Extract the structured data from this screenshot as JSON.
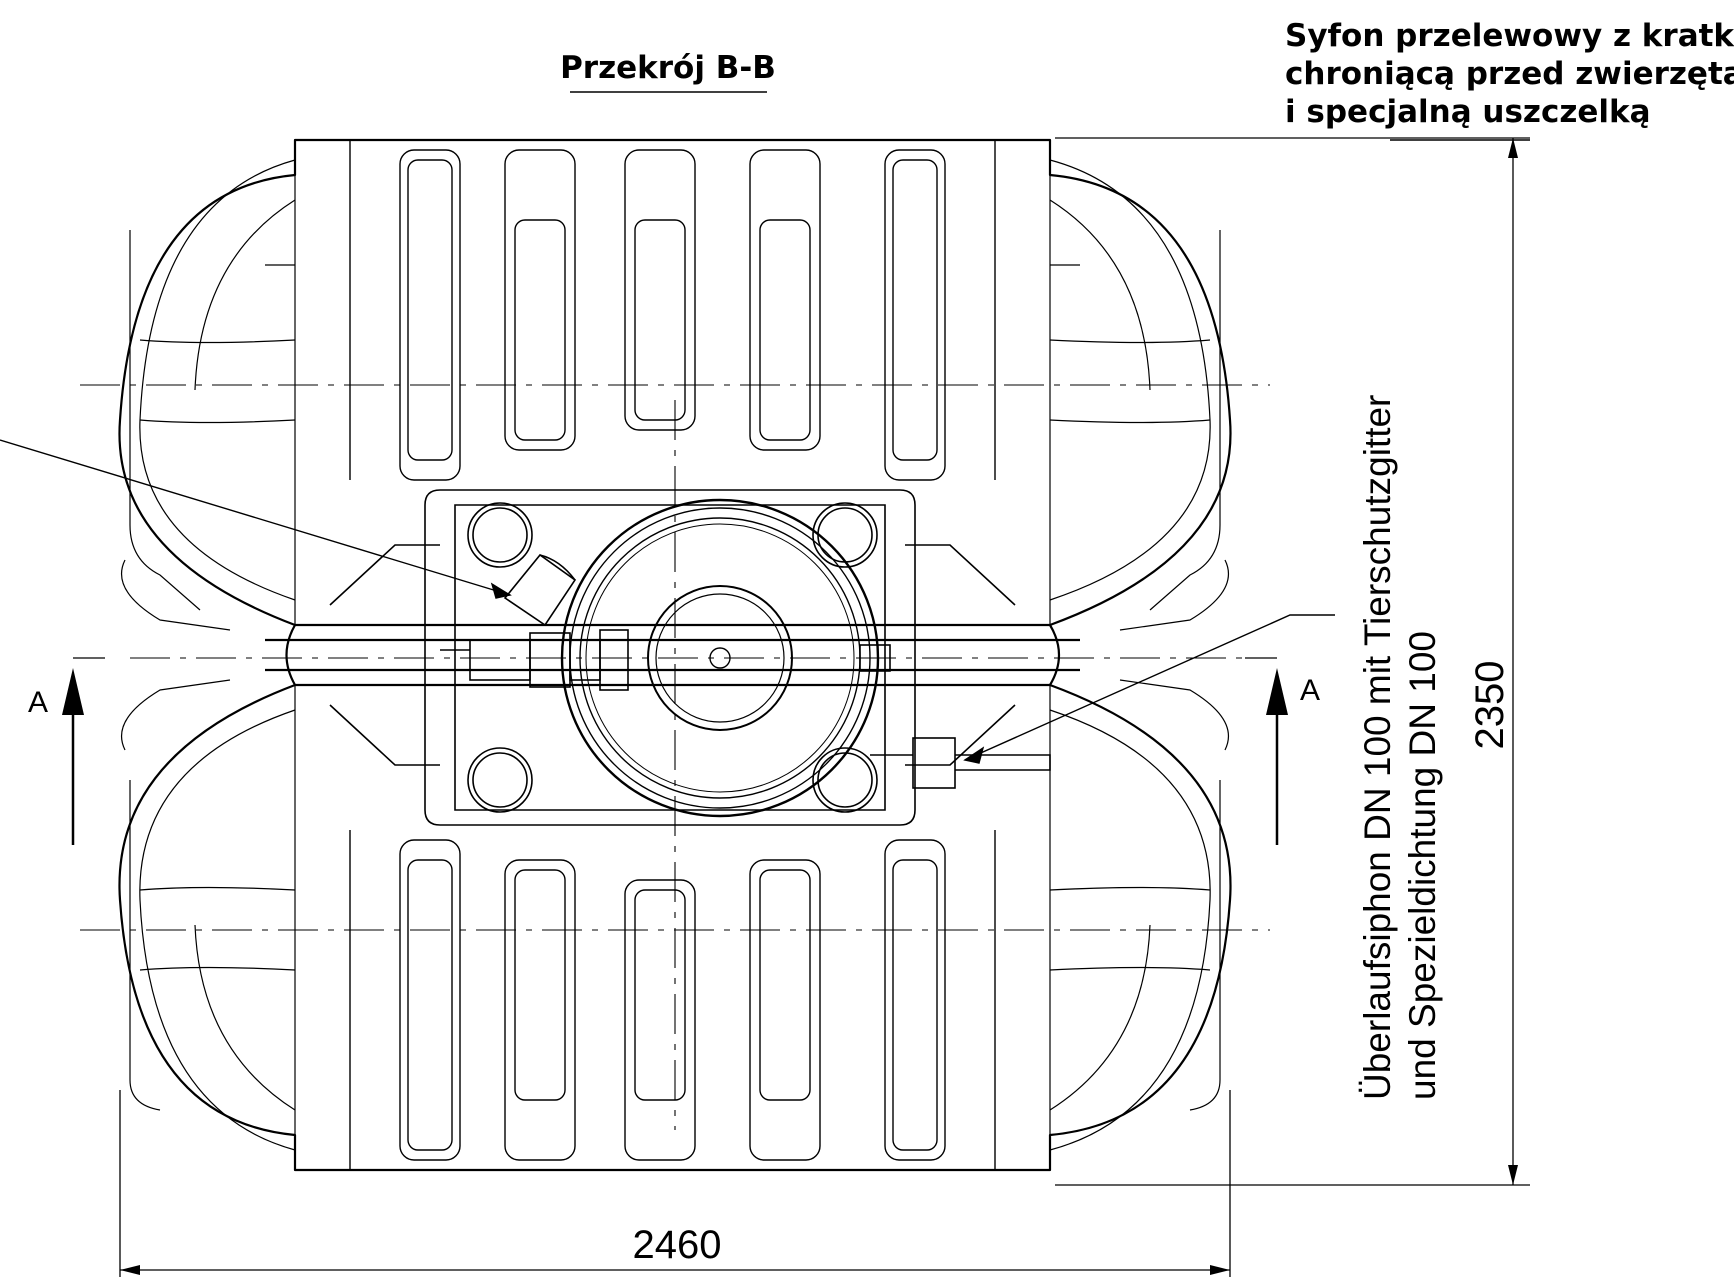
{
  "section_title": "Przekrój B-B",
  "overflow_note_pl": [
    "Syfon przelewowy z kratką",
    "chroniącą przed zwierzętami",
    "i specjalną uszczelką"
  ],
  "overflow_note_de": [
    "Überlaufsiphon DN 100 mit Tierschutzgitter",
    "und Spezieldichtung DN 100"
  ],
  "dimensions": {
    "width": "2460",
    "height": "2350"
  },
  "section_markers": {
    "left": "A",
    "right": "A"
  },
  "colors": {
    "line": "#000000",
    "background": "#ffffff"
  }
}
